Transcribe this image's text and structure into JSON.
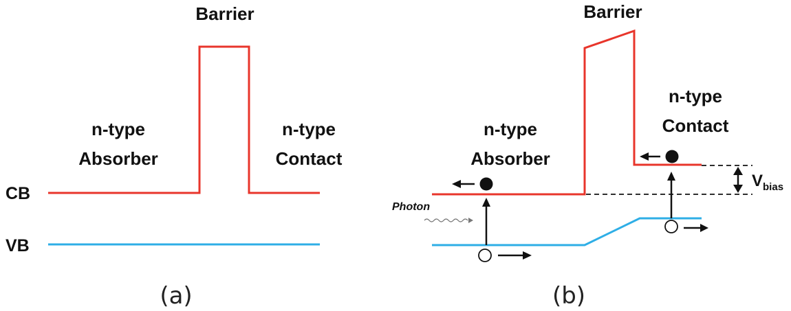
{
  "panel_a": {
    "barrier_label": "Barrier",
    "absorber_label_line1": "n-type",
    "absorber_label_line2": "Absorber",
    "contact_label_line1": "n-type",
    "contact_label_line2": "Contact",
    "cb_label": "CB",
    "vb_label": "VB",
    "caption": "(a)"
  },
  "panel_b": {
    "barrier_label": "Barrier",
    "absorber_label_line1": "n-type",
    "absorber_label_line2": "Absorber",
    "contact_label_line1": "n-type",
    "contact_label_line2": "Contact",
    "photon_label": "Photon",
    "vbias_main": "V",
    "vbias_sub": "bias",
    "caption": "(b)"
  },
  "colors": {
    "conduction_band": "#e8352b",
    "valence_band": "#2eaee6",
    "text": "#111111"
  }
}
